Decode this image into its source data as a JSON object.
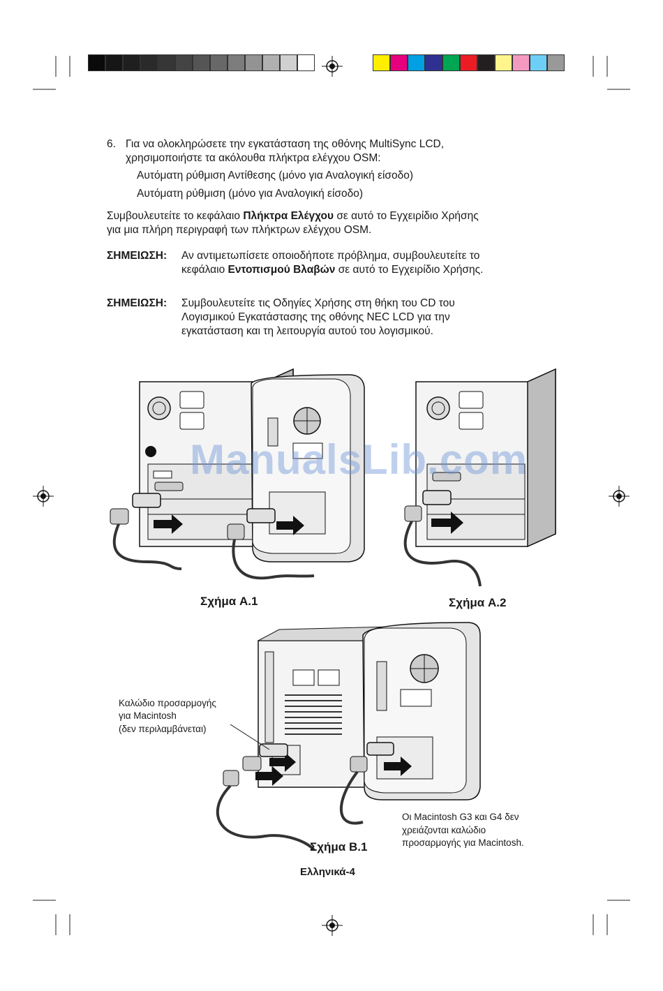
{
  "step": {
    "number": "6.",
    "line1": "Για να ολοκληρώσετε την εγκατάσταση της οθόνης MultiSync LCD,",
    "line2": "χρησιμοποιήστε τα ακόλουθα πλήκτρα ελέγχου OSM:",
    "item1": "Αυτόματη ρύθμιση Αντίθεσης (μόνο για Αναλογική είσοδο)",
    "item2": "Αυτόματη ρύθμιση (μόνο για Αναλογική είσοδο)"
  },
  "consult": {
    "l1_pre": "Συμβουλευτείτε το κεφάλαιο ",
    "l1_bold": "Πλήκτρα Ελέγχου",
    "l1_post": " σε αυτό το Εγχειρίδιο Χρήσης",
    "l2": "για μια πλήρη περιγραφή των πλήκτρων ελέγχου OSM."
  },
  "note1": {
    "label": "ΣΗΜΕΙΩΣΗ:",
    "l1": "Αν αντιμετωπίσετε οποιοδήποτε πρόβλημα, συμβουλευτείτε το",
    "l2_pre": "κεφάλαιο ",
    "l2_bold": "Εντοπισμού Βλαβών",
    "l2_post": " σε αυτό το Εγχειρίδιο Χρήσης."
  },
  "note2": {
    "label": "ΣΗΜΕΙΩΣΗ:",
    "l1": "Συμβουλευτείτε τις Οδηγίες Χρήσης στη θήκη του CD του",
    "l2": "Λογισμικού Εγκατάστασης της οθόνης NEC LCD για την",
    "l3": "εγκατάσταση και τη λειτουργία αυτού του λογισμικού."
  },
  "figures": {
    "a1": "Σχήμα A.1",
    "a2": "Σχήμα A.2",
    "b1": "Σχήμα B.1"
  },
  "adapter_label": {
    "l1": "Καλώδιο προσαρμογής",
    "l2": "για Macintosh",
    "l3": "(δεν περιλαμβάνεται)"
  },
  "mac_note": {
    "l1": "Οι Macintosh G3 και G4 δεν",
    "l2": "χρειάζονται καλώδιο",
    "l3": "προσαρμογής για Macintosh."
  },
  "footer": "Ελληνικά-4",
  "watermark": "ManualsLib.com",
  "colors": {
    "gray_swatches": [
      "#0a0a0a",
      "#161616",
      "#1f1f1f",
      "#2a2a2a",
      "#363636",
      "#444444",
      "#555555",
      "#686868",
      "#7c7c7c",
      "#939393",
      "#b0b0b0",
      "#d0d0d0",
      "#ffffff"
    ],
    "color_swatches": [
      "#ffee00",
      "#e6007e",
      "#00a0e3",
      "#2e3192",
      "#00a651",
      "#ed1c24",
      "#231f20",
      "#fff58c",
      "#f49ac1",
      "#6dcff6",
      "#999999"
    ]
  }
}
